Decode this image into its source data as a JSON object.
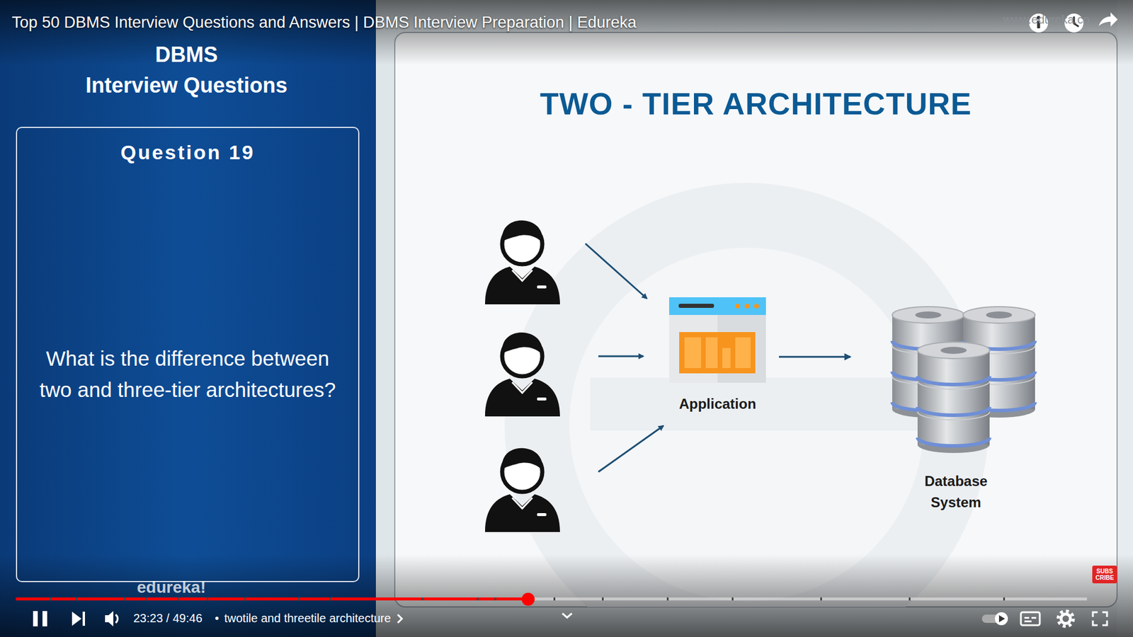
{
  "diagram": {
    "title": "TWO - TIER ARCHITECTURE",
    "nodes": [
      {
        "text": [
          "Question 19",
          "What is the difference between two and three-tier architectures?"
        ]
      },
      {
        "text": [
          "Application"
        ]
      },
      {
        "text": [
          "Database System"
        ]
      }
    ],
    "edges": [
      {
        "from": 1,
        "to": 2,
        "arrow": "to"
      }
    ],
    "labels": [
      "Top 50 DBMS Interview Questions and Answers | DBMS Interview Preparation | Edureka",
      "DBMS",
      "Interview Questions",
      "www.edureka.co",
      "edureka!",
      "23:23 / 49:46",
      "•",
      "twotile and threetile architecture",
      "SUBSCRIBE"
    ]
  }
}
